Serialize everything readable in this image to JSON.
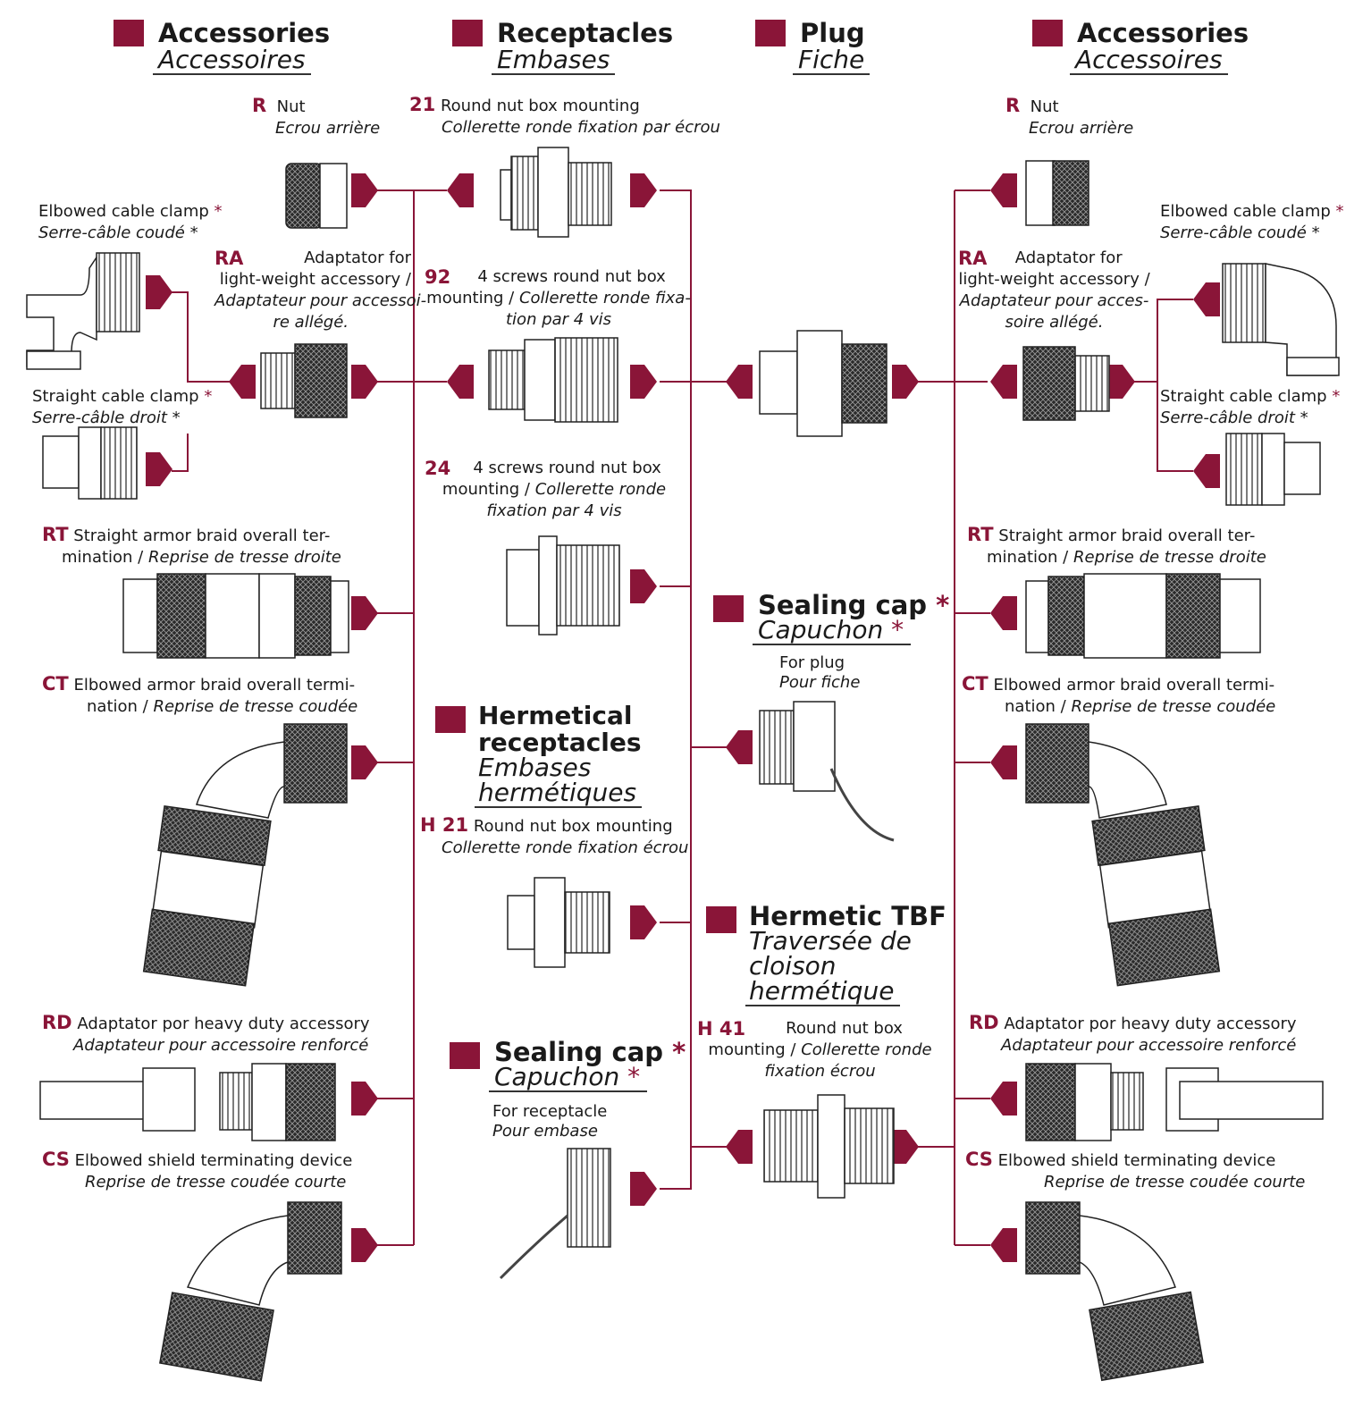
{
  "colors": {
    "accent": "#8a1538",
    "line": "#8a1538",
    "ink": "#1a1a1a"
  },
  "headers": {
    "acc_left": {
      "en": "Accessories",
      "fr": "Accessoires"
    },
    "receptacles": {
      "en": "Receptacles",
      "fr": "Embases"
    },
    "plug": {
      "en": "Plug",
      "fr": "Fiche"
    },
    "acc_right": {
      "en": "Accessories",
      "fr": "Accessoires"
    }
  },
  "sections": {
    "hermetical": {
      "en1": "Hermetical",
      "en2": "receptacles",
      "fr1": "Embases",
      "fr2": "hermétiques"
    },
    "sealing_plug": {
      "en": "Sealing cap",
      "fr": "Capuchon",
      "star": "*",
      "for_en": "For plug",
      "for_fr": "Pour fiche"
    },
    "sealing_rec": {
      "en": "Sealing cap",
      "fr": "Capuchon",
      "star": "*",
      "for_en": "For receptacle",
      "for_fr": "Pour embase"
    },
    "tbf": {
      "en": "Hermetic TBF",
      "fr1": "Traversée de",
      "fr2": "cloison",
      "fr3": "hermétique"
    }
  },
  "left": {
    "r": {
      "code": "R",
      "en": "Nut",
      "fr": "Ecrou arrière"
    },
    "elbowed": {
      "en": "Elbowed cable clamp",
      "fr": "Serre-câble coudé",
      "star": "*"
    },
    "ra": {
      "code": "RA",
      "en1": "Adaptator for",
      "en2": "light-weight accessory /",
      "fr1": "Adaptateur pour accessoi-",
      "fr2": "re allégé."
    },
    "straight": {
      "en": "Straight cable clamp",
      "fr": "Serre-câble droit",
      "star": "*"
    },
    "rt": {
      "code": "RT",
      "en1": "Straight armor braid overall ter-",
      "en2": "mination /",
      "fr": "Reprise de tresse droite"
    },
    "ct": {
      "code": "CT",
      "en1": "Elbowed armor braid overall termi-",
      "en2": "nation /",
      "fr": "Reprise de tresse coudée"
    },
    "rd": {
      "code": "RD",
      "en": "Adaptator por heavy duty accessory",
      "fr": "Adaptateur pour accessoire renforcé"
    },
    "cs": {
      "code": "CS",
      "en": "Elbowed shield terminating device",
      "fr": "Reprise de tresse coudée courte"
    }
  },
  "right": {
    "r": {
      "code": "R",
      "en": "Nut",
      "fr": "Ecrou arrière"
    },
    "elbowed": {
      "en": "Elbowed cable clamp",
      "fr": "Serre-câble coudé",
      "star": "*"
    },
    "ra": {
      "code": "RA",
      "en1": "Adaptator for",
      "en2": "light-weight accessory /",
      "fr1": "Adaptateur pour acces-",
      "fr2": "soire allégé."
    },
    "straight": {
      "en": "Straight cable clamp",
      "fr": "Serre-câble droit",
      "star": "*"
    },
    "rt": {
      "code": "RT",
      "en1": "Straight armor braid overall ter-",
      "en2": "mination /",
      "fr": "Reprise de tresse droite"
    },
    "ct": {
      "code": "CT",
      "en1": "Elbowed armor braid overall termi-",
      "en2": "nation /",
      "fr": "Reprise de tresse coudée"
    },
    "rd": {
      "code": "RD",
      "en": "Adaptator por heavy duty accessory",
      "fr": "Adaptateur pour accessoire renforcé"
    },
    "cs": {
      "code": "CS",
      "en": "Elbowed shield terminating device",
      "fr": "Reprise de tresse coudée courte"
    }
  },
  "receptacles": {
    "r21": {
      "code": "21",
      "en": "Round nut box mounting",
      "fr": "Collerette ronde fixation par écrou"
    },
    "r92": {
      "code": "92",
      "en1": "4 screws round nut box",
      "en2": "mounting /",
      "fr1": "Collerette ronde fixa-",
      "fr2": "tion par 4 vis"
    },
    "r24": {
      "code": "24",
      "en1": "4 screws round nut box",
      "en2": "mounting /",
      "fr1": "Collerette ronde",
      "fr2": "fixation par 4 vis"
    },
    "h21": {
      "code": "H 21",
      "en": "Round nut box mounting",
      "fr": "Collerette ronde fixation écrou"
    },
    "h41": {
      "code": "H 41",
      "en1": "Round nut box",
      "en2": "mounting /",
      "fr1": "Collerette ronde",
      "fr2": "fixation écrou"
    }
  }
}
